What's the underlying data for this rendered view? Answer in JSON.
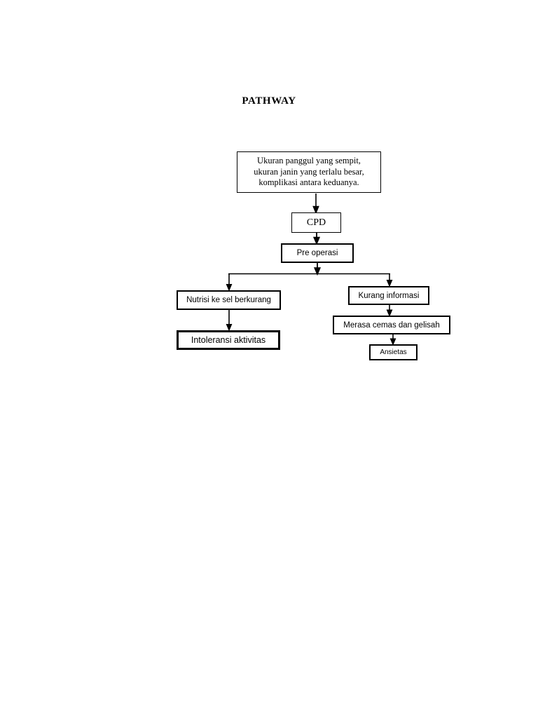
{
  "page": {
    "title": "PATHWAY",
    "background_color": "#ffffff",
    "ink_color": "#000000"
  },
  "diagram": {
    "type": "flowchart",
    "orientation": "top-down",
    "nodes": [
      {
        "id": "cause",
        "shape": "rectangle",
        "lines": [
          "Ukuran panggul yang sempit,",
          "ukuran janin yang terlalu besar,",
          "komplikasi antara keduanya."
        ],
        "text": "Ukuran panggul yang sempit, ukuran janin yang terlalu besar, komplikasi antara keduanya."
      },
      {
        "id": "cpd",
        "shape": "rectangle",
        "text": "CPD"
      },
      {
        "id": "pre_operasi",
        "shape": "rectangle",
        "text": "Pre operasi"
      },
      {
        "id": "nutrisi",
        "shape": "rectangle",
        "text": "Nutrisi ke sel berkurang"
      },
      {
        "id": "intoleransi",
        "shape": "rectangle",
        "text": "Intoleransi aktivitas"
      },
      {
        "id": "kurang_informasi",
        "shape": "rectangle",
        "text": "Kurang informasi"
      },
      {
        "id": "merasa_cemas",
        "shape": "rectangle",
        "text": "Merasa cemas dan gelisah"
      },
      {
        "id": "ansietas",
        "shape": "rectangle",
        "text": "Ansietas"
      }
    ],
    "edges": [
      {
        "from": "cause",
        "to": "cpd",
        "style": "arrow"
      },
      {
        "from": "cpd",
        "to": "pre_operasi",
        "style": "arrow"
      },
      {
        "from": "pre_operasi",
        "to": "nutrisi",
        "style": "arrow-branch-left"
      },
      {
        "from": "pre_operasi",
        "to": "kurang_informasi",
        "style": "arrow-branch-right"
      },
      {
        "from": "nutrisi",
        "to": "intoleransi",
        "style": "arrow"
      },
      {
        "from": "kurang_informasi",
        "to": "merasa_cemas",
        "style": "arrow"
      },
      {
        "from": "merasa_cemas",
        "to": "ansietas",
        "style": "arrow"
      }
    ]
  }
}
